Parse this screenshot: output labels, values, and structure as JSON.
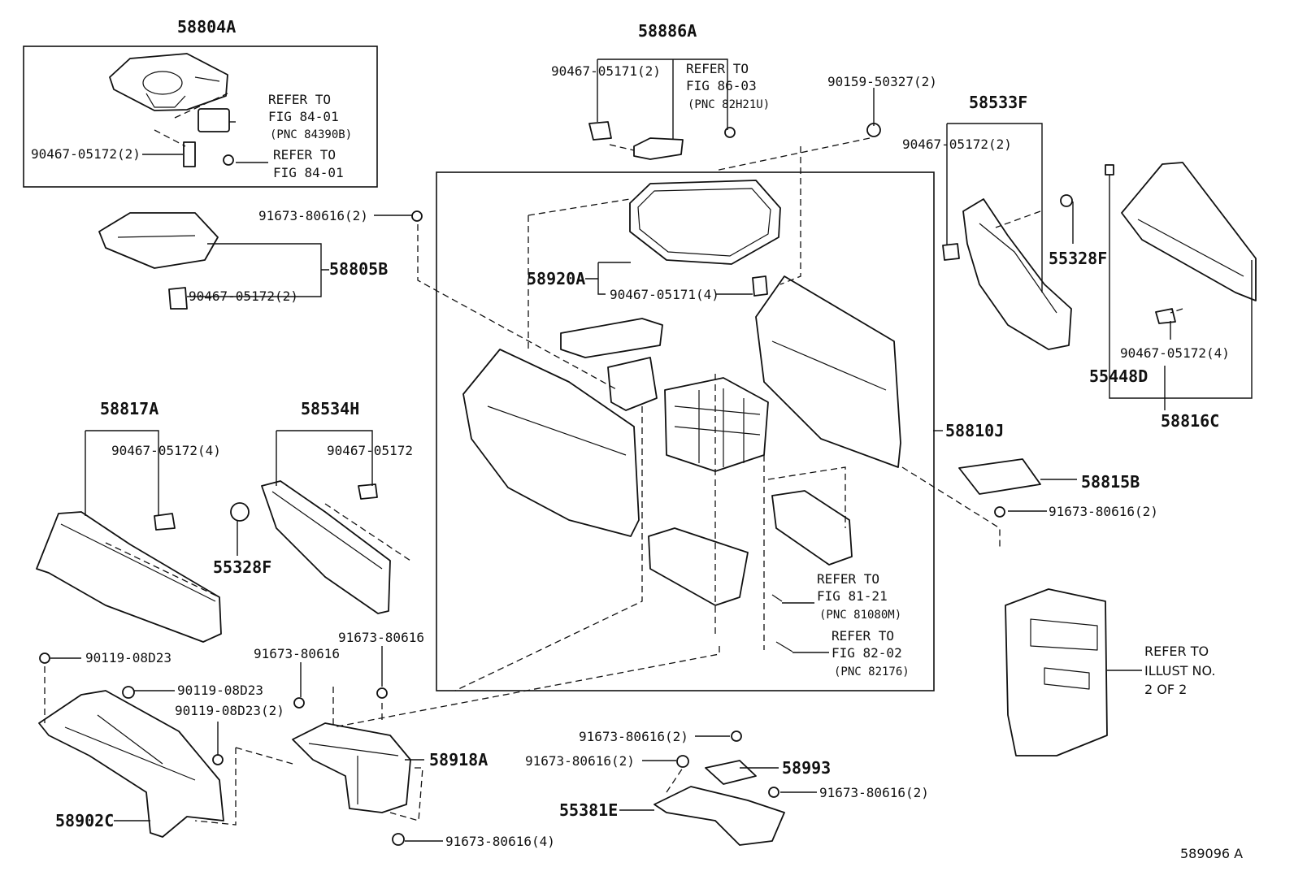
{
  "labels": {
    "p58804A": "58804A",
    "p58886A": "58886A",
    "p58533F": "58533F",
    "p58805B": "58805B",
    "p58920A": "58920A",
    "p55328F_r": "55328F",
    "p55448D": "55448D",
    "p58816C": "58816C",
    "p58817A": "58817A",
    "p58534H": "58534H",
    "p58810J": "58810J",
    "p58815B": "58815B",
    "p55328F_l": "55328F",
    "p58918A": "58918A",
    "p58902C": "58902C",
    "p58993": "58993",
    "p55381E": "55381E",
    "c90467_05172_2_a": "90467-05172(2)",
    "c90467_05172_2_b": "90467-05172(2)",
    "c90467_05172_2_c": "90467-05172(2)",
    "c90467_05171_2": "90467-05171(2)",
    "c90159_50327_2": "90159-50327(2)",
    "c91673_80616_2_a": "91673-80616(2)",
    "c90467_05171_4": "90467-05171(4)",
    "c90467_05172_4_a": "90467-05172(4)",
    "c90467_05172_4_b": "90467-05172(4)",
    "c90467_05172": "90467-05172",
    "c91673_80616_2_b": "91673-80616(2)",
    "c90119_08D23_a": "90119-08D23",
    "c90119_08D23_b": "90119-08D23",
    "c90119_08D23_2": "90119-08D23(2)",
    "c91673_80616_a": "91673-80616",
    "c91673_80616_b": "91673-80616",
    "c91673_80616_4": "91673-80616(4)",
    "c91673_80616_2_c": "91673-80616(2)",
    "c91673_80616_2_d": "91673-80616(2)",
    "c91673_80616_2_e": "91673-80616(2)"
  },
  "refs": {
    "r1_l1": "REFER TO",
    "r1_l2": "FIG 84-01",
    "r1_l3": "(PNC 84390B)",
    "r2_l1": "REFER TO",
    "r2_l2": "FIG 84-01",
    "r3_l1": "REFER TO",
    "r3_l2": "FIG 86-03",
    "r3_l3": "(PNC 82H21U)",
    "r4_l1": "REFER TO",
    "r4_l2": "FIG 81-21",
    "r4_l3": "(PNC 81080M)",
    "r5_l1": "REFER TO",
    "r5_l2": "FIG 82-02",
    "r5_l3": "(PNC 82176)",
    "r6_l1": "REFER TO",
    "r6_l2": "ILLUST NO.",
    "r6_l3": "2 OF 2"
  },
  "footer": {
    "code": "589096 A"
  }
}
